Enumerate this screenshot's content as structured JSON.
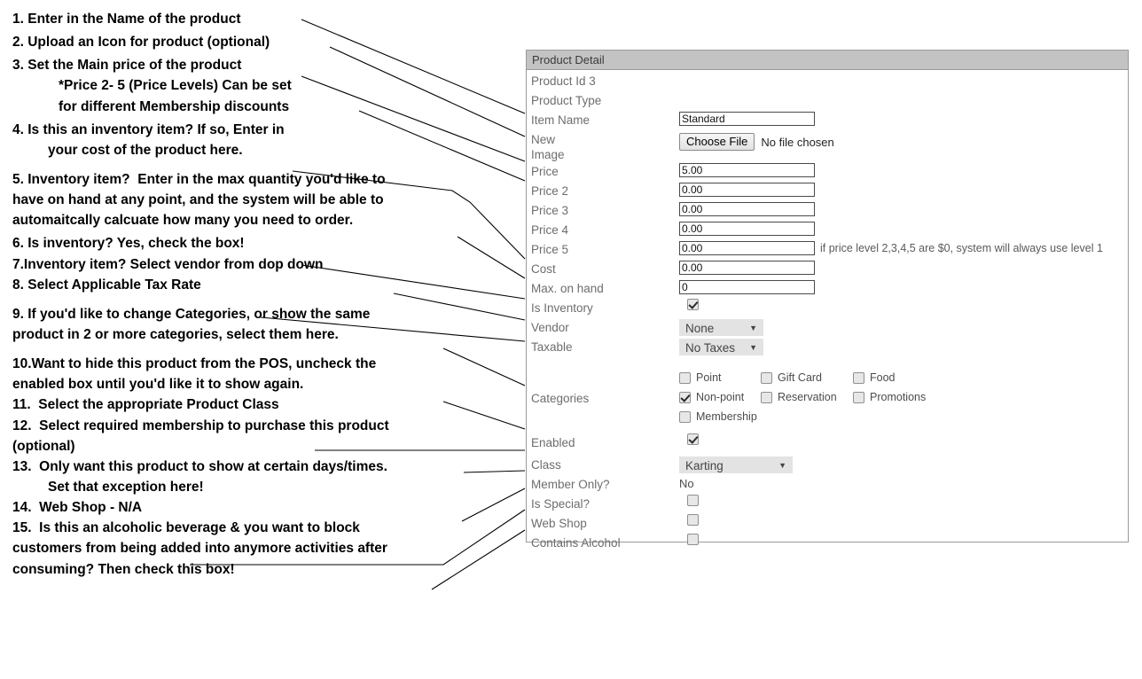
{
  "annotations": [
    {
      "id": 1,
      "text": "1. Enter in the Name of the product"
    },
    {
      "id": 2,
      "text": "2. Upload an Icon for product (optional)"
    },
    {
      "id": 3,
      "text": "3. Set the Main price of the product"
    },
    {
      "id": 4,
      "text": "*Price 2- 5 (Price Levels) Can be set"
    },
    {
      "id": 5,
      "text": "for different Membership discounts"
    },
    {
      "id": 6,
      "text": "4. Is this an inventory item? If so, Enter in"
    },
    {
      "id": 7,
      "text": "your cost of the product here."
    },
    {
      "id": 8,
      "text": "5. Inventory item?  Enter in the max quantity you'd like to"
    },
    {
      "id": 9,
      "text": "have on hand at any point, and the system will be able to"
    },
    {
      "id": 10,
      "text": "automaitcally calcuate how many you need to order."
    },
    {
      "id": 11,
      "text": "6. Is inventory? Yes, check the box!"
    },
    {
      "id": 12,
      "text": "7.Inventory item? Select vendor from dop down"
    },
    {
      "id": 13,
      "text": "8. Select Applicable Tax Rate"
    },
    {
      "id": 14,
      "text": "9. If you'd like to change Categories, or show the same"
    },
    {
      "id": 15,
      "text": "product in 2 or more categories, select them here."
    },
    {
      "id": 16,
      "text": "10.Want to hide this product from the POS, uncheck the"
    },
    {
      "id": 17,
      "text": "enabled box until you'd like it to show again."
    },
    {
      "id": 18,
      "text": "11.  Select the appropriate Product Class"
    },
    {
      "id": 19,
      "text": "12.  Select required membership to purchase this product"
    },
    {
      "id": 20,
      "text": "(optional)"
    },
    {
      "id": 21,
      "text": "13.  Only want this product to show at certain days/times."
    },
    {
      "id": 22,
      "text": "Set that exception here!"
    },
    {
      "id": 23,
      "text": "14.  Web Shop - N/A"
    },
    {
      "id": 24,
      "text": "15.  Is this an alcoholic beverage & you want to block"
    },
    {
      "id": 25,
      "text": "customers from being added into anymore activities after"
    },
    {
      "id": 26,
      "text": "consuming? Then check this box!"
    }
  ],
  "panel": {
    "title": "Product Detail",
    "fields": {
      "product_id": {
        "label": "Product Id 3"
      },
      "product_type": {
        "label": "Product Type"
      },
      "item_name": {
        "label": "Item Name",
        "value": "Standard"
      },
      "new_image": {
        "label_line1": "New",
        "label_line2": "Image",
        "button": "Choose File",
        "filename": "No file chosen"
      },
      "price": {
        "label": "Price",
        "value": "5.00"
      },
      "price2": {
        "label": "Price 2",
        "value": "0.00"
      },
      "price3": {
        "label": "Price 3",
        "value": "0.00"
      },
      "price4": {
        "label": "Price 4",
        "value": "0.00"
      },
      "price5": {
        "label": "Price 5",
        "value": "0.00",
        "hint": "if price level 2,3,4,5 are $0, system will always use level 1"
      },
      "cost": {
        "label": "Cost",
        "value": "0.00"
      },
      "max_on_hand": {
        "label": "Max. on hand",
        "value": "0"
      },
      "is_inventory": {
        "label": "Is Inventory",
        "checked": true
      },
      "vendor": {
        "label": "Vendor",
        "value": "None"
      },
      "taxable": {
        "label": "Taxable",
        "value": "No Taxes"
      },
      "categories": {
        "label": "Categories",
        "options": [
          {
            "label": "Point",
            "checked": false
          },
          {
            "label": "Gift Card",
            "checked": false
          },
          {
            "label": "Food",
            "checked": false
          },
          {
            "label": "Non-point",
            "checked": true
          },
          {
            "label": "Reservation",
            "checked": false
          },
          {
            "label": "Promotions",
            "checked": false
          },
          {
            "label": "Membership",
            "checked": false
          }
        ]
      },
      "enabled": {
        "label": "Enabled",
        "checked": true
      },
      "class": {
        "label": "Class",
        "value": "Karting"
      },
      "member_only": {
        "label": "Member Only?",
        "value": "No"
      },
      "is_special": {
        "label": "Is Special?",
        "checked": false
      },
      "web_shop": {
        "label": "Web Shop",
        "checked": false
      },
      "contains_alcohol": {
        "label": "Contains Alcohol",
        "checked": false
      }
    }
  },
  "colors": {
    "header_bar": "#c3c3c3",
    "label_text": "#6d6d6d",
    "select_bg": "#e3e3e3",
    "panel_border": "#9a9a9a",
    "annotation_text": "#000000"
  }
}
